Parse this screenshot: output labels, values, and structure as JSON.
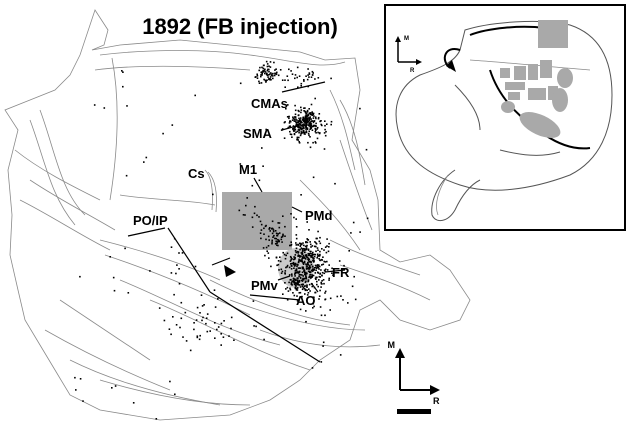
{
  "title": "1892 (FB injection)",
  "labels": {
    "cmas": "CMAs",
    "sma": "SMA",
    "cs": "Cs",
    "m1": "M1",
    "pmd": "PMd",
    "poip": "PO/IP",
    "fr": "FR",
    "pmv": "PMv",
    "ao": "AO"
  },
  "orientation": {
    "medial": "M",
    "rostral": "R"
  },
  "inset": {
    "orientation": {
      "medial": "M",
      "rostral": "R"
    }
  },
  "colors": {
    "injection_site": "#a9a9a9",
    "cells": "#000000",
    "outline": "#8a8a8a"
  }
}
